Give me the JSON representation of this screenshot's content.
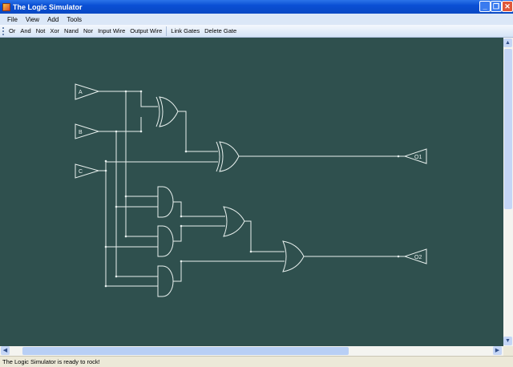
{
  "window": {
    "title": "The Logic Simulator"
  },
  "menu": [
    "File",
    "View",
    "Add",
    "Tools"
  ],
  "toolbar": {
    "gates": [
      "Or",
      "And",
      "Not",
      "Xor",
      "Nand",
      "Nor",
      "Input Wire",
      "Output Wire"
    ],
    "actions": [
      "Link Gates",
      "Delete Gate"
    ]
  },
  "circuit": {
    "inputs": [
      "A",
      "B",
      "C"
    ],
    "outputs": [
      "O1",
      "O2"
    ]
  },
  "status": "The Logic Simulator is ready to rock!",
  "colors": {
    "canvas": "#2f504e",
    "wire": "#e8f0ee"
  }
}
